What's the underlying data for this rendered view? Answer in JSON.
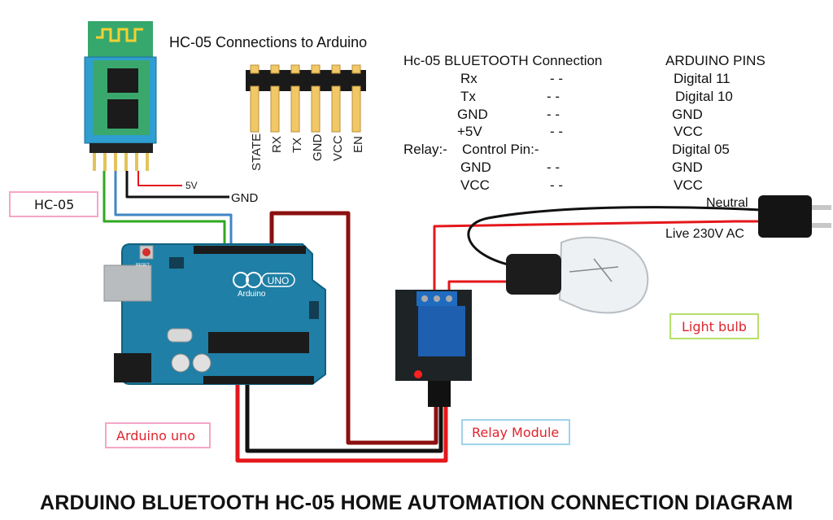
{
  "pinout_title": "HC-05 Connections to Arduino",
  "header_pins": [
    "STATE",
    "RX",
    "TX",
    "GND",
    "VCC",
    "EN"
  ],
  "table": {
    "header_left": "Hc-05 BLUETOOTH Connection",
    "header_right": "ARDUINO PINS",
    "rows": [
      {
        "prefix": "",
        "left": "Rx",
        "sep": "- -",
        "right": "Digital  11"
      },
      {
        "prefix": "",
        "left": "Tx",
        "sep": "- -",
        "right": "Digital 10"
      },
      {
        "prefix": "",
        "left": "GND",
        "sep": "- -",
        "right": "GND"
      },
      {
        "prefix": "",
        "left": "+5V",
        "sep": "- -",
        "right": "VCC"
      },
      {
        "prefix": "Relay:-",
        "left": "Control Pin:-",
        "sep": "",
        "right": "Digital  05"
      },
      {
        "prefix": "",
        "left": "GND",
        "sep": "- -",
        "right": "GND"
      },
      {
        "prefix": "",
        "left": "VCC",
        "sep": "- -",
        "right": "VCC"
      }
    ]
  },
  "wire_labels": {
    "five_v": "5V",
    "gnd": "GND",
    "neutral": "Neutral",
    "live": "Live 230V AC"
  },
  "component_labels": {
    "hc05": "HC-05",
    "arduino": "Arduino uno",
    "relay": "Relay Module",
    "bulb": "Light bulb"
  },
  "board_text": {
    "brand": "Arduino",
    "model": "UNO",
    "reset": "RESET"
  },
  "colors": {
    "board": "#1f7fa6",
    "hc05_board": "#2f9ed0",
    "relay_board": "#1e2326",
    "relay_block": "#1f5fb0",
    "wire_red": "#e4171b",
    "wire_dark_red": "#8b1010",
    "wire_black": "#111111",
    "wire_green": "#2fa81f",
    "wire_blue": "#3f86c4",
    "label_pink": "#f4a6c6",
    "label_blue": "#9fd4ea",
    "label_green": "#b6e06a",
    "label_text_red": "#e0242d",
    "header_pin_gold": "#f2c766"
  },
  "title": "ARDUINO BLUETOOTH HC-05 HOME AUTOMATION CONNECTION DIAGRAM"
}
